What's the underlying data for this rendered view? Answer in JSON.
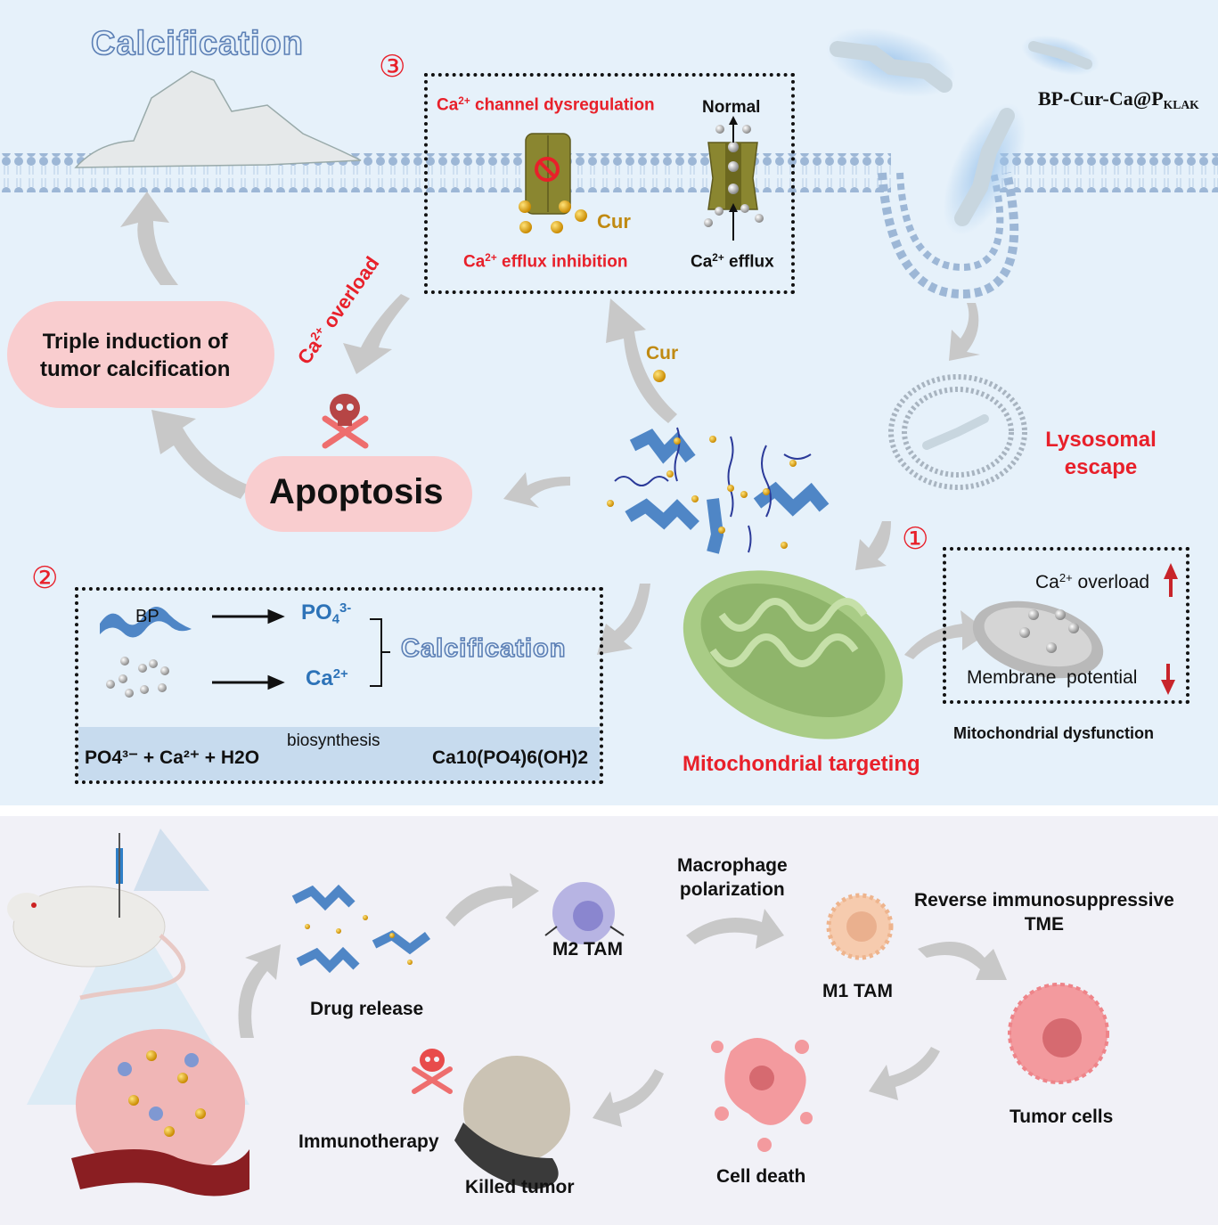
{
  "top_panel": {
    "calcification_title": "Calcification",
    "nanoparticle_label": "BP-Cur-Ca@P",
    "nanoparticle_label_sub": "KLAK",
    "lysosomal_escape_line1": "Lysosomal",
    "lysosomal_escape_line2": "escape",
    "cur_free_label": "Cur",
    "apoptosis_label": "Apoptosis",
    "triple_induction_line1": "Triple induction of",
    "triple_induction_line2": "tumor calcification",
    "ca_overload_rotated": "Ca",
    "ca_overload_rotated_sup": "2+",
    "ca_overload_rotated_rest": " overload",
    "mitochondrial_targeting": "Mitochondrial targeting",
    "mitochondrial_dysfunction": "Mitochondrial dysfunction"
  },
  "step1": {
    "number": "①",
    "ca_overload_prefix": "Ca",
    "ca_overload_sup": "2+",
    "ca_overload_rest": " overload",
    "membrane_potential": "Membrane  potential",
    "ca_overload_direction": "up",
    "membrane_potential_direction": "down"
  },
  "step2": {
    "number": "②",
    "bp_label": "BP",
    "po4_label": "PO",
    "po4_sub": "4",
    "po4_sup": "3-",
    "ca_label": "Ca",
    "ca_sup": "2+",
    "calcification_label": "Calcification",
    "equation_left": "PO4³⁻ + Ca²⁺ + H2O",
    "equation_arrow_label": "biosynthesis",
    "equation_right": "Ca10(PO4)6(OH)2"
  },
  "step3": {
    "number": "③",
    "channel_dysregulation_prefix": "Ca",
    "channel_dysregulation_sup": "2+",
    "channel_dysregulation_rest": " channel dysregulation",
    "normal_label": "Normal",
    "cur_label": "Cur",
    "efflux_inhibition_prefix": "Ca",
    "efflux_inhibition_sup": "2+",
    "efflux_inhibition_rest": " efflux inhibition",
    "efflux_prefix": "Ca",
    "efflux_sup": "2+",
    "efflux_rest": " efflux"
  },
  "bottom_panel": {
    "drug_release": "Drug release",
    "m2_tam": "M2 TAM",
    "macrophage_polarization_line1": "Macrophage",
    "macrophage_polarization_line2": "polarization",
    "m1_tam": "M1 TAM",
    "reverse_tme_line1": "Reverse immunosuppressive",
    "reverse_tme_line2": "TME",
    "tumor_cells": "Tumor cells",
    "cell_death": "Cell death",
    "killed_tumor": "Killed tumor",
    "immunotherapy": "Immunotherapy"
  },
  "colors": {
    "top_background": "#e6f1fa",
    "bottom_background": "#f1f1f7",
    "accent_red": "#e8202a",
    "curcumin_gold": "#c08a12",
    "ion_blue": "#2d73b8",
    "arrow_gray": "#c8c8c8",
    "cloud_pink": "#f9cdcf"
  }
}
